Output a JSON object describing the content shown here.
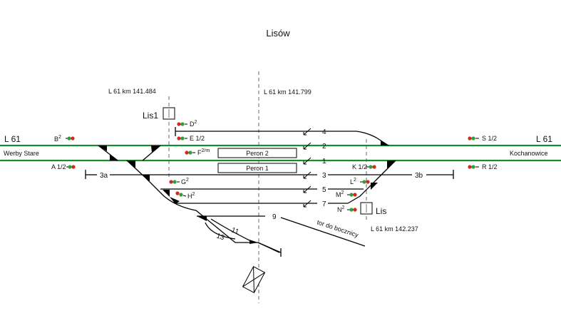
{
  "title": "Lisów",
  "main_line": {
    "left_label": "L 61",
    "right_label": "L 61",
    "left_station": "Werby Stare",
    "right_station": "Kochanowice",
    "color": "#1b8a2e"
  },
  "km_markers": {
    "left": "L 61  km  141.484",
    "middle": "L 61  km  141.799",
    "right": "L 61  km  142.237"
  },
  "boxes": {
    "lis1": "Lis1",
    "lis": "Lis"
  },
  "platforms": {
    "peron2": "Peron 2",
    "peron1": "Peron 1"
  },
  "tracks": {
    "t4": "4",
    "t2": "2",
    "t1": "1",
    "t3": "3",
    "t5": "5",
    "t7": "7",
    "t9": "9",
    "t11": "11",
    "t13": "13",
    "t3a": "3a",
    "t3b": "3b"
  },
  "siding_label": "tor do bocznicy",
  "signals": {
    "B": {
      "letter": "B",
      "sup": "2"
    },
    "D": {
      "letter": "D",
      "sup": "2"
    },
    "E": {
      "letter": "E",
      "suffix": "1/2"
    },
    "F": {
      "letter": "F",
      "sup": "2/m"
    },
    "A": {
      "letter": "A",
      "suffix": "1/2"
    },
    "G": {
      "letter": "G",
      "sup": "2"
    },
    "H": {
      "letter": "H",
      "sup": "2"
    },
    "S": {
      "letter": "S",
      "suffix": "1/2"
    },
    "R": {
      "letter": "R",
      "suffix": "1/2"
    },
    "K": {
      "letter": "K",
      "suffix": "1/2"
    },
    "L": {
      "letter": "L",
      "sup": "2"
    },
    "M": {
      "letter": "M",
      "sup": "2"
    },
    "N": {
      "letter": "N",
      "sup": "2"
    }
  },
  "signal_colors": {
    "green": "#2e9e3f",
    "red": "#d42a1e"
  }
}
